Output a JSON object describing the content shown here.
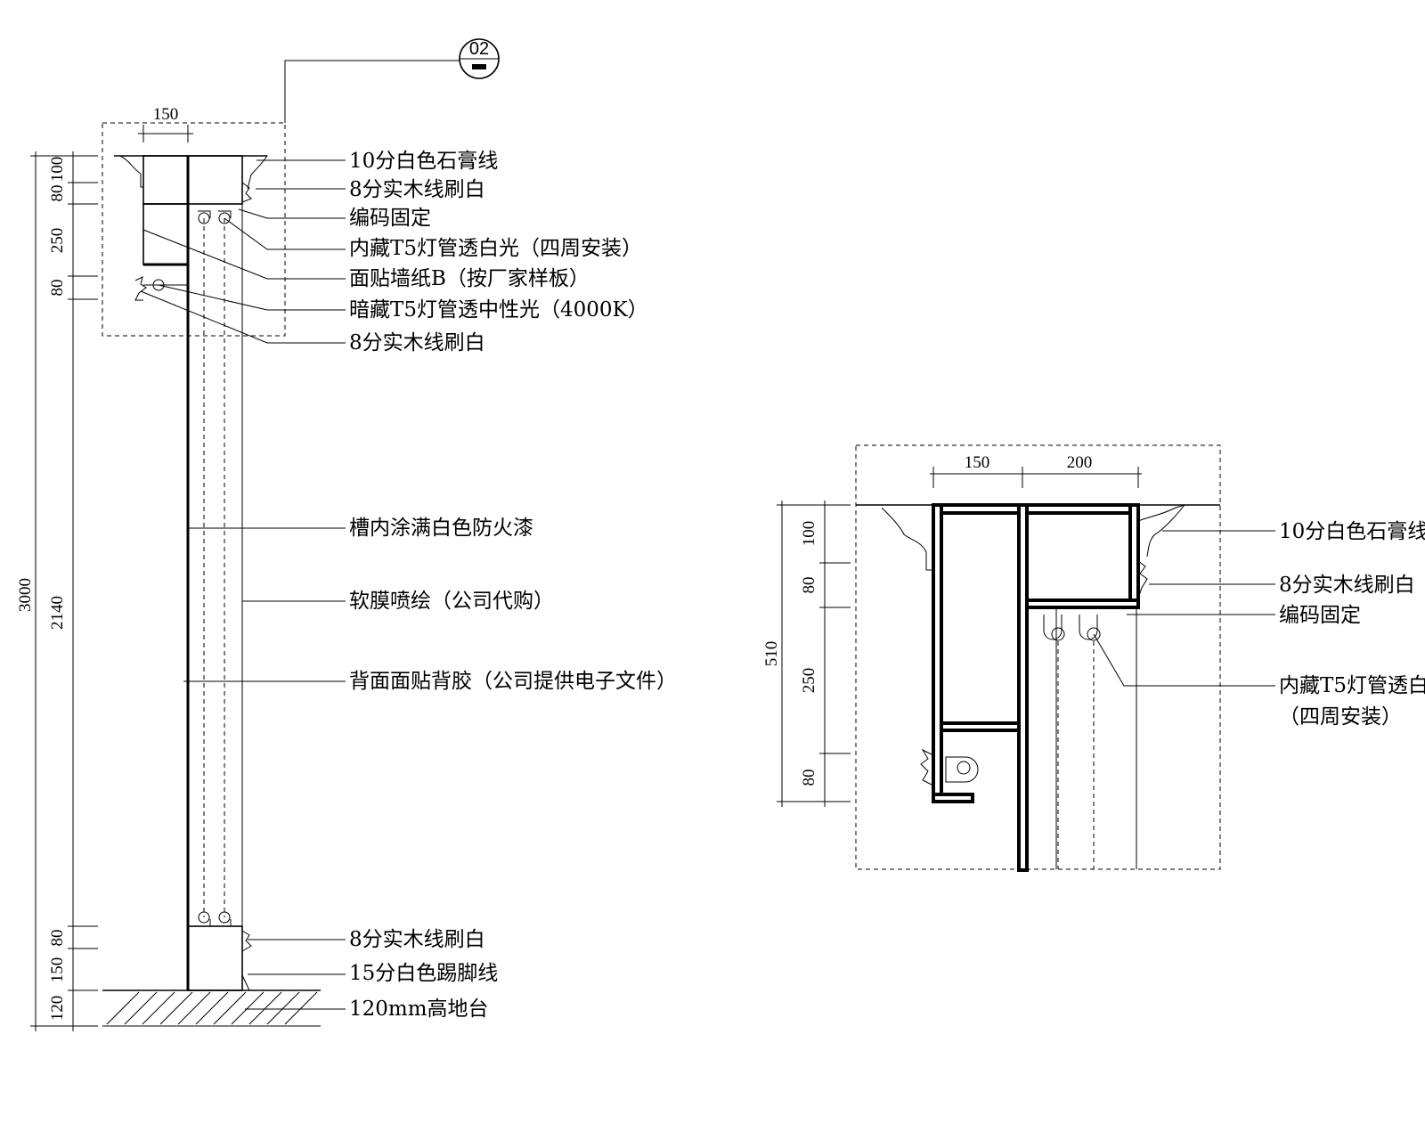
{
  "section_tag": "02",
  "left": {
    "width_dim": "150",
    "total_dim": "3000",
    "dims": [
      "100",
      "80",
      "250",
      "80",
      "2140",
      "80",
      "150",
      "120"
    ],
    "labels": [
      "10分白色石膏线",
      "8分实木线刷白",
      "编码固定",
      "内藏T5灯管透白光（四周安装）",
      "面贴墙纸B（按厂家样板）",
      "暗藏T5灯管透中性光（4000K）",
      "8分实木线刷白",
      "槽内涂满白色防火漆",
      "软膜喷绘（公司代购）",
      "背面面贴背胶（公司提供电子文件）",
      "8分实木线刷白",
      "15分白色踢脚线",
      "120mm高地台"
    ]
  },
  "right": {
    "width_dims": [
      "150",
      "200"
    ],
    "total_dim": "510",
    "dims": [
      "100",
      "80",
      "250",
      "80"
    ],
    "labels": [
      "10分白色石膏线",
      "8分实木线刷白",
      "编码固定",
      "内藏T5灯管透白",
      "（四周安装）"
    ]
  }
}
